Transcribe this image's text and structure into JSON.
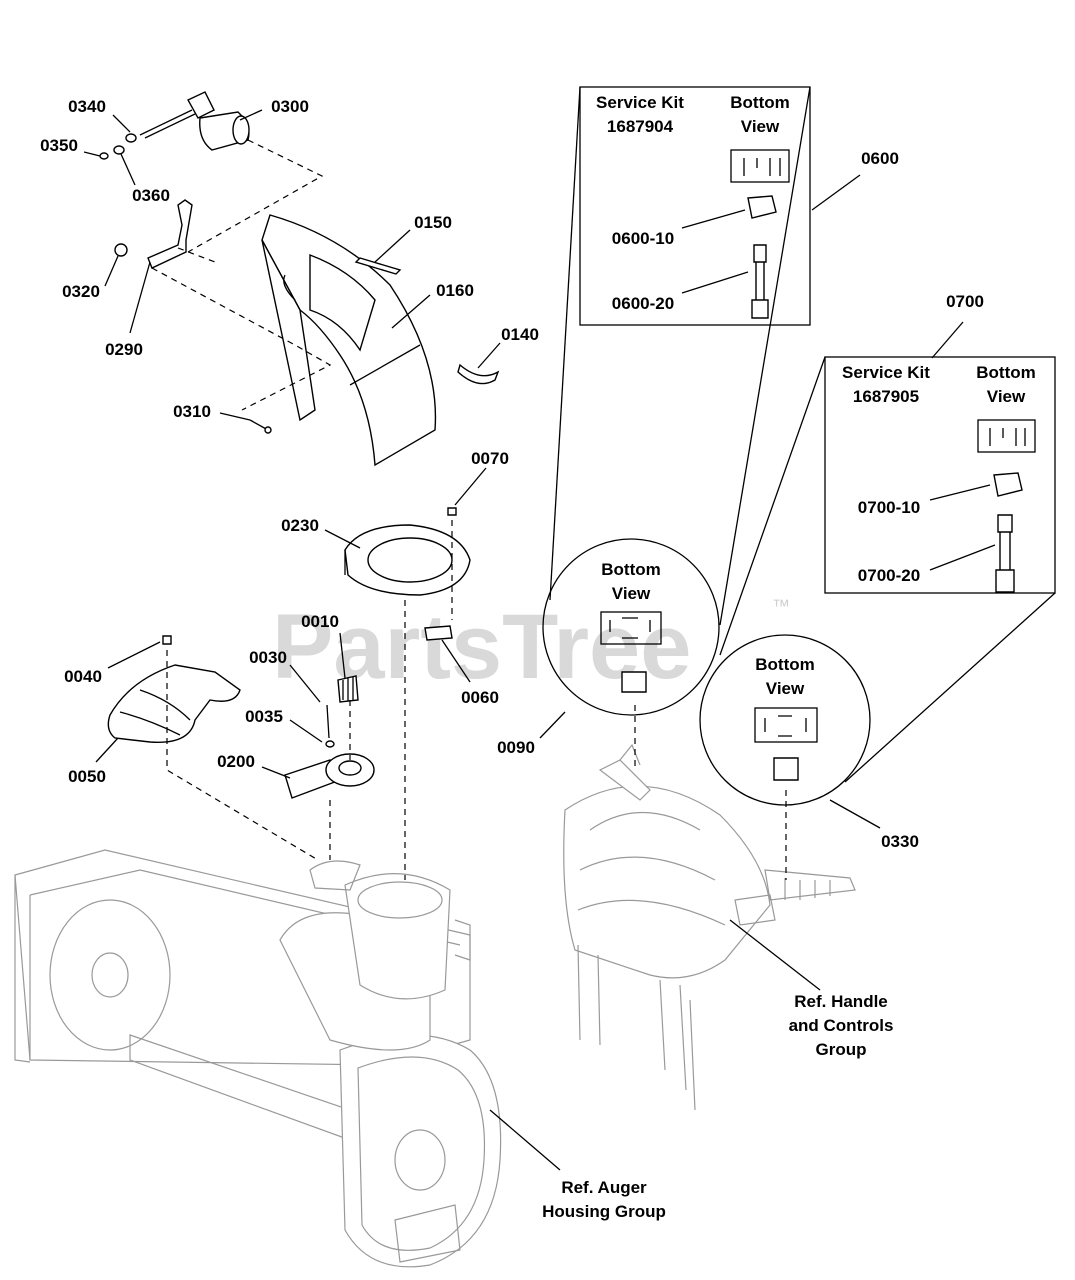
{
  "watermark": {
    "brand": "PartsTree",
    "tm": "™"
  },
  "callouts": {
    "p0340": "0340",
    "p0300": "0300",
    "p0350": "0350",
    "p0360": "0360",
    "p0320": "0320",
    "p0290": "0290",
    "p0150": "0150",
    "p0160": "0160",
    "p0140": "0140",
    "p0310": "0310",
    "p0070": "0070",
    "p0230": "0230",
    "p0010": "0010",
    "p0030": "0030",
    "p0035": "0035",
    "p0040": "0040",
    "p0050": "0050",
    "p0200": "0200",
    "p0060": "0060",
    "p0090": "0090",
    "p0600": "0600",
    "p0600_10": "0600-10",
    "p0600_20": "0600-20",
    "p0700": "0700",
    "p0700_10": "0700-10",
    "p0700_20": "0700-20",
    "p0330": "0330"
  },
  "kit_0600": {
    "title_line1": "Service Kit",
    "title_line2": "1687904",
    "view_line1": "Bottom",
    "view_line2": "View"
  },
  "kit_0700": {
    "title_line1": "Service Kit",
    "title_line2": "1687905",
    "view_line1": "Bottom",
    "view_line2": "View"
  },
  "detail_0090": {
    "line1": "Bottom",
    "line2": "View"
  },
  "detail_0330": {
    "line1": "Bottom",
    "line2": "View"
  },
  "ref_handle": {
    "line1": "Ref. Handle",
    "line2": "and Controls",
    "line3": "Group"
  },
  "ref_auger": {
    "line1": "Ref. Auger",
    "line2": "Housing Group"
  }
}
